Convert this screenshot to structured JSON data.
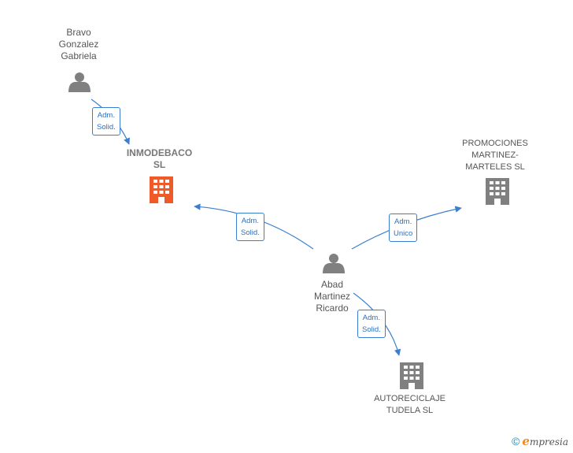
{
  "persons": [
    {
      "id": "bravo",
      "lines": [
        "Bravo",
        "Gonzalez",
        "Gabriela"
      ]
    },
    {
      "id": "abad",
      "lines": [
        "Abad",
        "Martinez",
        "Ricardo"
      ]
    }
  ],
  "companies": [
    {
      "id": "inmodebaco",
      "lines": [
        "INMODEBACO",
        "SL"
      ],
      "highlight": true
    },
    {
      "id": "promociones",
      "lines": [
        "PROMOCIONES",
        "MARTINEZ-",
        "MARTELES SL"
      ],
      "highlight": false
    },
    {
      "id": "autoreciclaje",
      "lines": [
        "AUTORECICLAJE",
        "TUDELA  SL"
      ],
      "highlight": false
    }
  ],
  "relations": [
    {
      "from": "bravo",
      "to": "inmodebaco",
      "lines": [
        "Adm.",
        "Solid."
      ]
    },
    {
      "from": "abad",
      "to": "inmodebaco",
      "lines": [
        "Adm.",
        "Solid."
      ]
    },
    {
      "from": "abad",
      "to": "promociones",
      "lines": [
        "Adm.",
        "Unico"
      ]
    },
    {
      "from": "abad",
      "to": "autoreciclaje",
      "lines": [
        "Adm.",
        "Solid."
      ]
    }
  ],
  "colors": {
    "accent": "#3a7fcf",
    "highlight": "#f05a28",
    "node": "#808080"
  },
  "footer": {
    "copyright": "©",
    "brand_initial": "e",
    "brand_rest": "mpresia"
  }
}
